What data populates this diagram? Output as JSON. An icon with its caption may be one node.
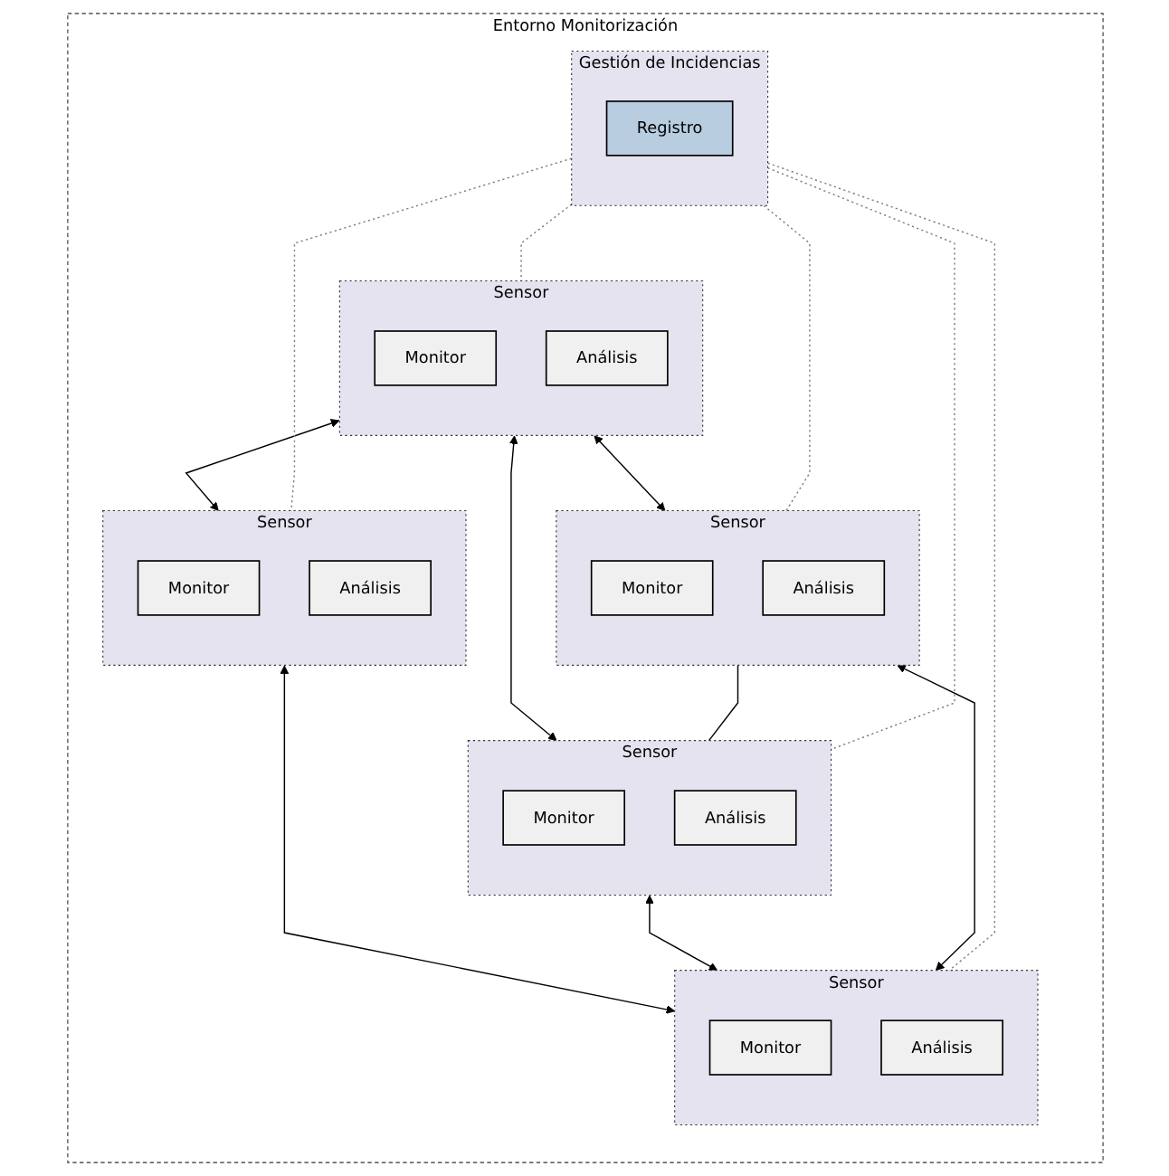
{
  "diagram": {
    "nodes": [
      {
        "text": [
          "Entorno Monitorización"
        ]
      },
      {
        "text": [
          "Sensor"
        ],
        "in": 0
      },
      {
        "text": [
          "Monitor"
        ],
        "in": 1
      },
      {
        "text": [
          "Análisis"
        ],
        "in": 1
      },
      {
        "text": [
          "Sensor"
        ],
        "in": 0
      },
      {
        "text": [
          "Monitor"
        ],
        "in": 4
      },
      {
        "text": [
          "Análisis"
        ],
        "in": 4
      },
      {
        "text": [
          "Gestión de Incidencias"
        ],
        "in": 0
      },
      {
        "text": [
          "Registro"
        ],
        "in": 7
      },
      {
        "text": [
          "Sensor"
        ],
        "in": 0
      },
      {
        "text": [
          "Monitor"
        ],
        "in": 9
      },
      {
        "text": [
          "Análisis"
        ],
        "in": 9
      },
      {
        "text": [
          "Sensor"
        ],
        "in": 0
      },
      {
        "text": [
          "Monitor"
        ],
        "in": 12
      },
      {
        "text": [
          "Análisis"
        ],
        "in": 12
      },
      {
        "text": [
          "Sensor"
        ],
        "in": 0
      },
      {
        "text": [
          "Monitor"
        ],
        "in": 15
      },
      {
        "text": [
          "Análisis"
        ],
        "in": 15
      }
    ],
    "edges": [
      {
        "from": 1,
        "to": 4,
        "arrow": "both"
      },
      {
        "from": 1,
        "to": 9,
        "arrow": "both"
      },
      {
        "from": 1,
        "to": 12,
        "arrow": "both"
      },
      {
        "from": 4,
        "to": 15,
        "arrow": "both"
      },
      {
        "from": 9,
        "to": 15,
        "arrow": "both"
      },
      {
        "from": 12,
        "to": 15,
        "arrow": "both"
      },
      {
        "from": 12,
        "to": 9,
        "arrow": "none"
      },
      {
        "from": 7,
        "to": 1,
        "arrow": "none",
        "style": "dashed",
        "color": "#808080"
      },
      {
        "from": 7,
        "to": 4,
        "arrow": "none",
        "style": "dashed",
        "color": "#808080"
      },
      {
        "from": 7,
        "to": 9,
        "arrow": "none",
        "style": "dashed",
        "color": "#808080"
      },
      {
        "from": 7,
        "to": 12,
        "arrow": "none",
        "style": "dashed",
        "color": "#808080"
      },
      {
        "from": 7,
        "to": 15,
        "arrow": "none",
        "style": "dashed",
        "color": "#808080"
      }
    ]
  }
}
